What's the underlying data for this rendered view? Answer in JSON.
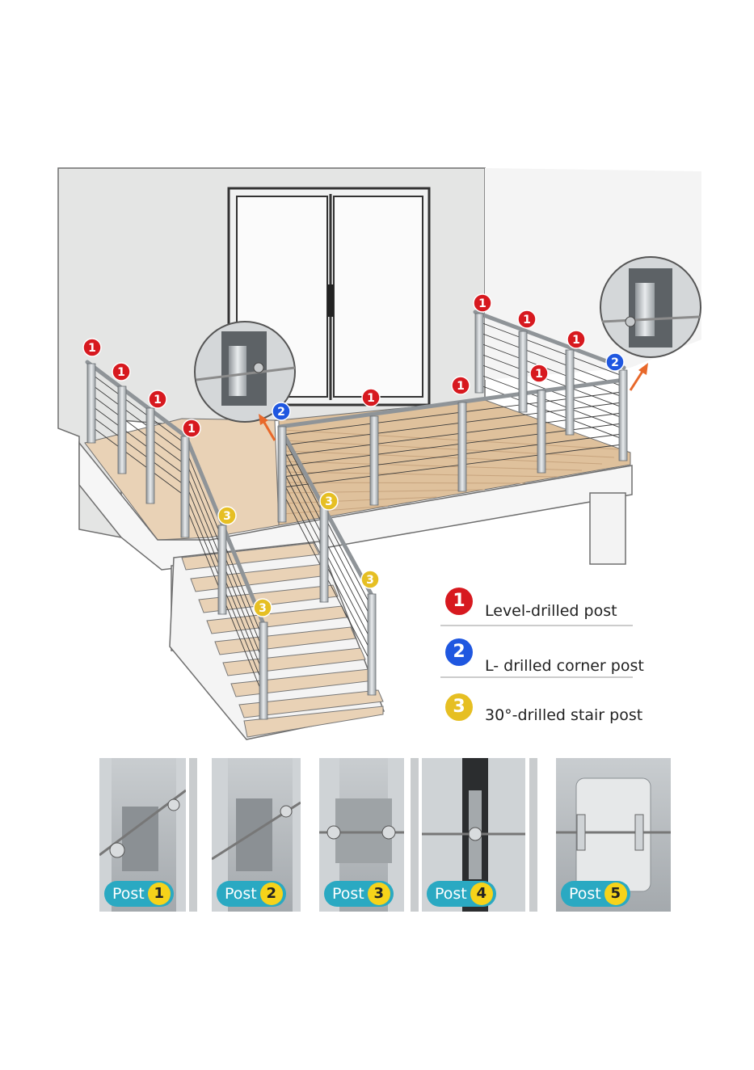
{
  "colors": {
    "level_post": "#d7191f",
    "corner_post": "#1f57e0",
    "stair_post": "#e6bf23",
    "tag_bg": "#2aa9c2",
    "tag_num": "#f6d31a",
    "deck_wood": "#e9d2b6",
    "wall": "#e4e5e4"
  },
  "markers": {
    "level": "1",
    "corner": "2",
    "stair": "3"
  },
  "legend": {
    "items": [
      {
        "badge": "1",
        "label": "Level-drilled post",
        "color": "level_post"
      },
      {
        "badge": "2",
        "label": "L- drilled corner post",
        "color": "corner_post"
      },
      {
        "badge": "3",
        "label": "30°-drilled stair post",
        "color": "stair_post"
      }
    ]
  },
  "posts": {
    "items": [
      {
        "prefix": "Post",
        "number": "1"
      },
      {
        "prefix": "Post",
        "number": "2"
      },
      {
        "prefix": "Post",
        "number": "3"
      },
      {
        "prefix": "Post",
        "number": "4"
      },
      {
        "prefix": "Post",
        "number": "5"
      }
    ]
  }
}
